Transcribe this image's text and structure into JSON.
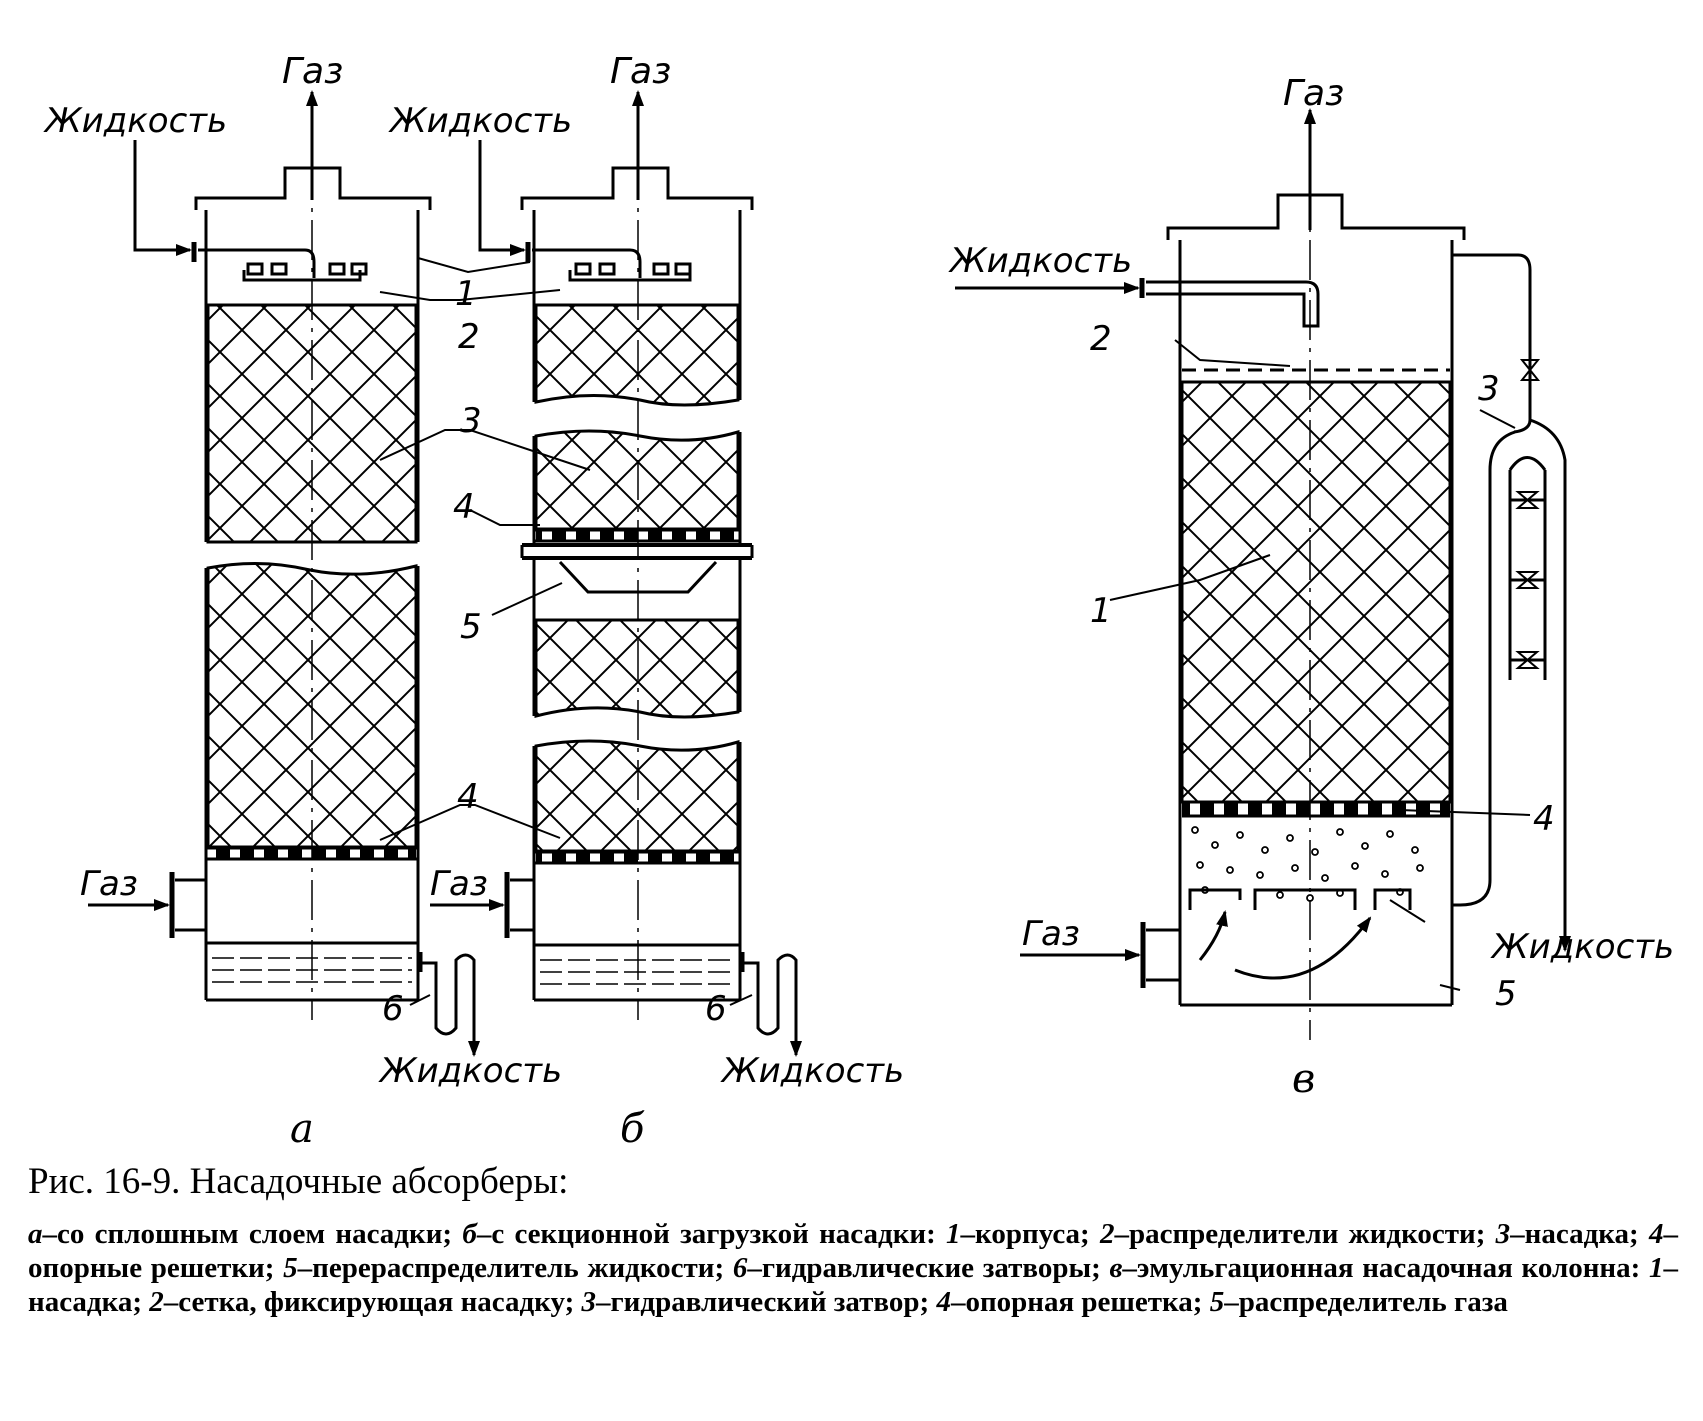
{
  "labels": {
    "gas": "Газ",
    "liquid": "Жидкость",
    "n1": "1",
    "n2": "2",
    "n3": "3",
    "n4": "4",
    "n5": "5",
    "n6": "6",
    "sub_a": "а",
    "sub_b": "б",
    "sub_v": "в"
  },
  "caption": {
    "title": "Рис. 16-9. Насадочные абсорберы:",
    "parts": [
      {
        "k": "а",
        "t": "–со сплошным слоем насадки; "
      },
      {
        "k": "б",
        "t": "–с секционной загрузкой насадки: "
      },
      {
        "k": "1",
        "t": "–корпуса; "
      },
      {
        "k": "2",
        "t": "–распределители жидкости; "
      },
      {
        "k": "3",
        "t": "–насадка; "
      },
      {
        "k": "4",
        "t": "–опорные решетки; "
      },
      {
        "k": "5",
        "t": "–перераспределитель жидкости; "
      },
      {
        "k": "6",
        "t": "–гидравлические затворы; "
      },
      {
        "k": "в",
        "t": "–эмульгационная насадочная колонна: "
      },
      {
        "k": "1",
        "t": "–насадка; "
      },
      {
        "k": "2",
        "t": "–сетка, фиксирующая насадку; "
      },
      {
        "k": "3",
        "t": "–гидравлический затвор; "
      },
      {
        "k": "4",
        "t": "–опорная решетка; "
      },
      {
        "k": "5",
        "t": "–распределитель газа"
      }
    ]
  }
}
